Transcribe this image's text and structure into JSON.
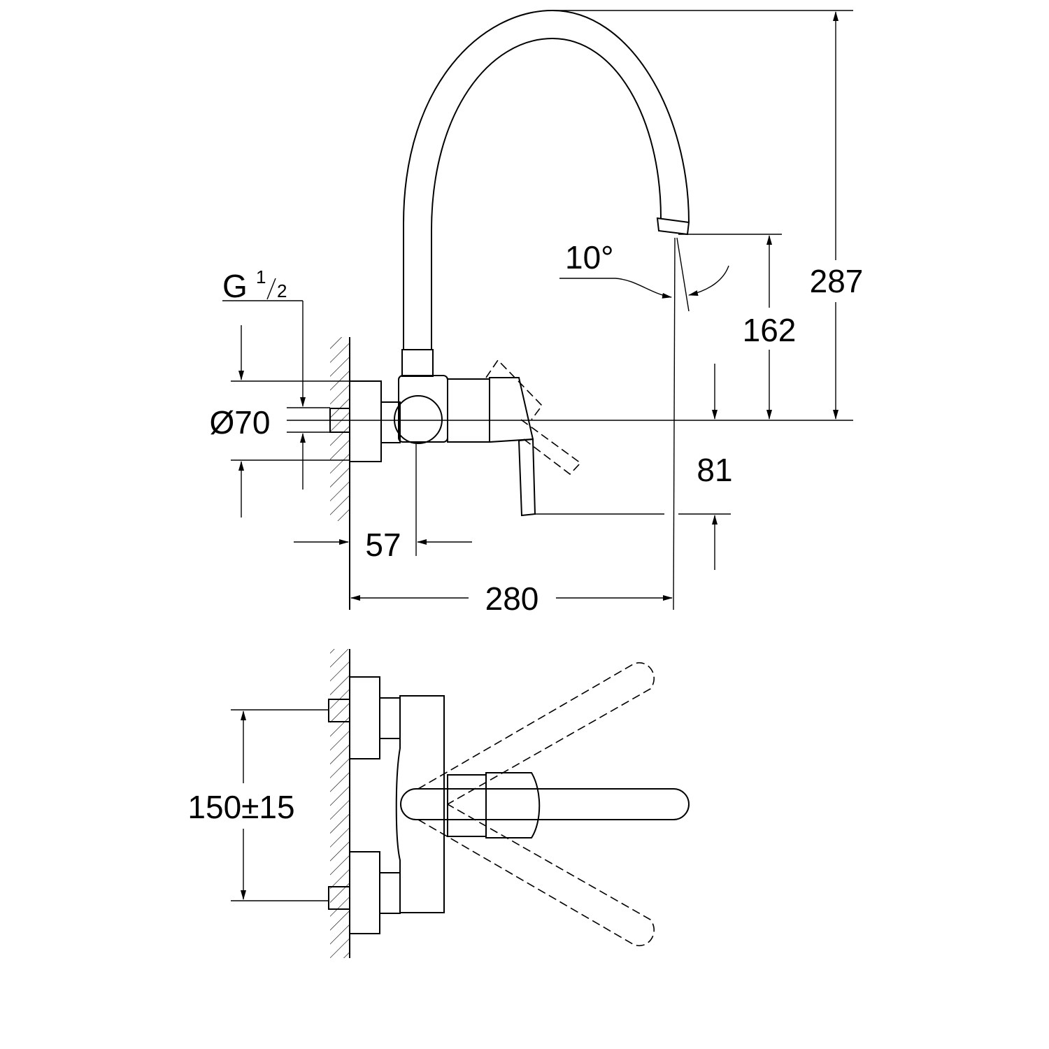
{
  "drawing": {
    "line_color": "#000000",
    "background": "#ffffff",
    "side_view": {
      "thread_label": "G",
      "thread_num": "1",
      "thread_den": "2",
      "diameter": "Ø70",
      "angle": "10°",
      "height_total": "287",
      "height_spout": "162",
      "lever_drop": "81",
      "wall_to_body": "57",
      "projection": "280"
    },
    "top_view": {
      "centers": "150±15"
    }
  }
}
